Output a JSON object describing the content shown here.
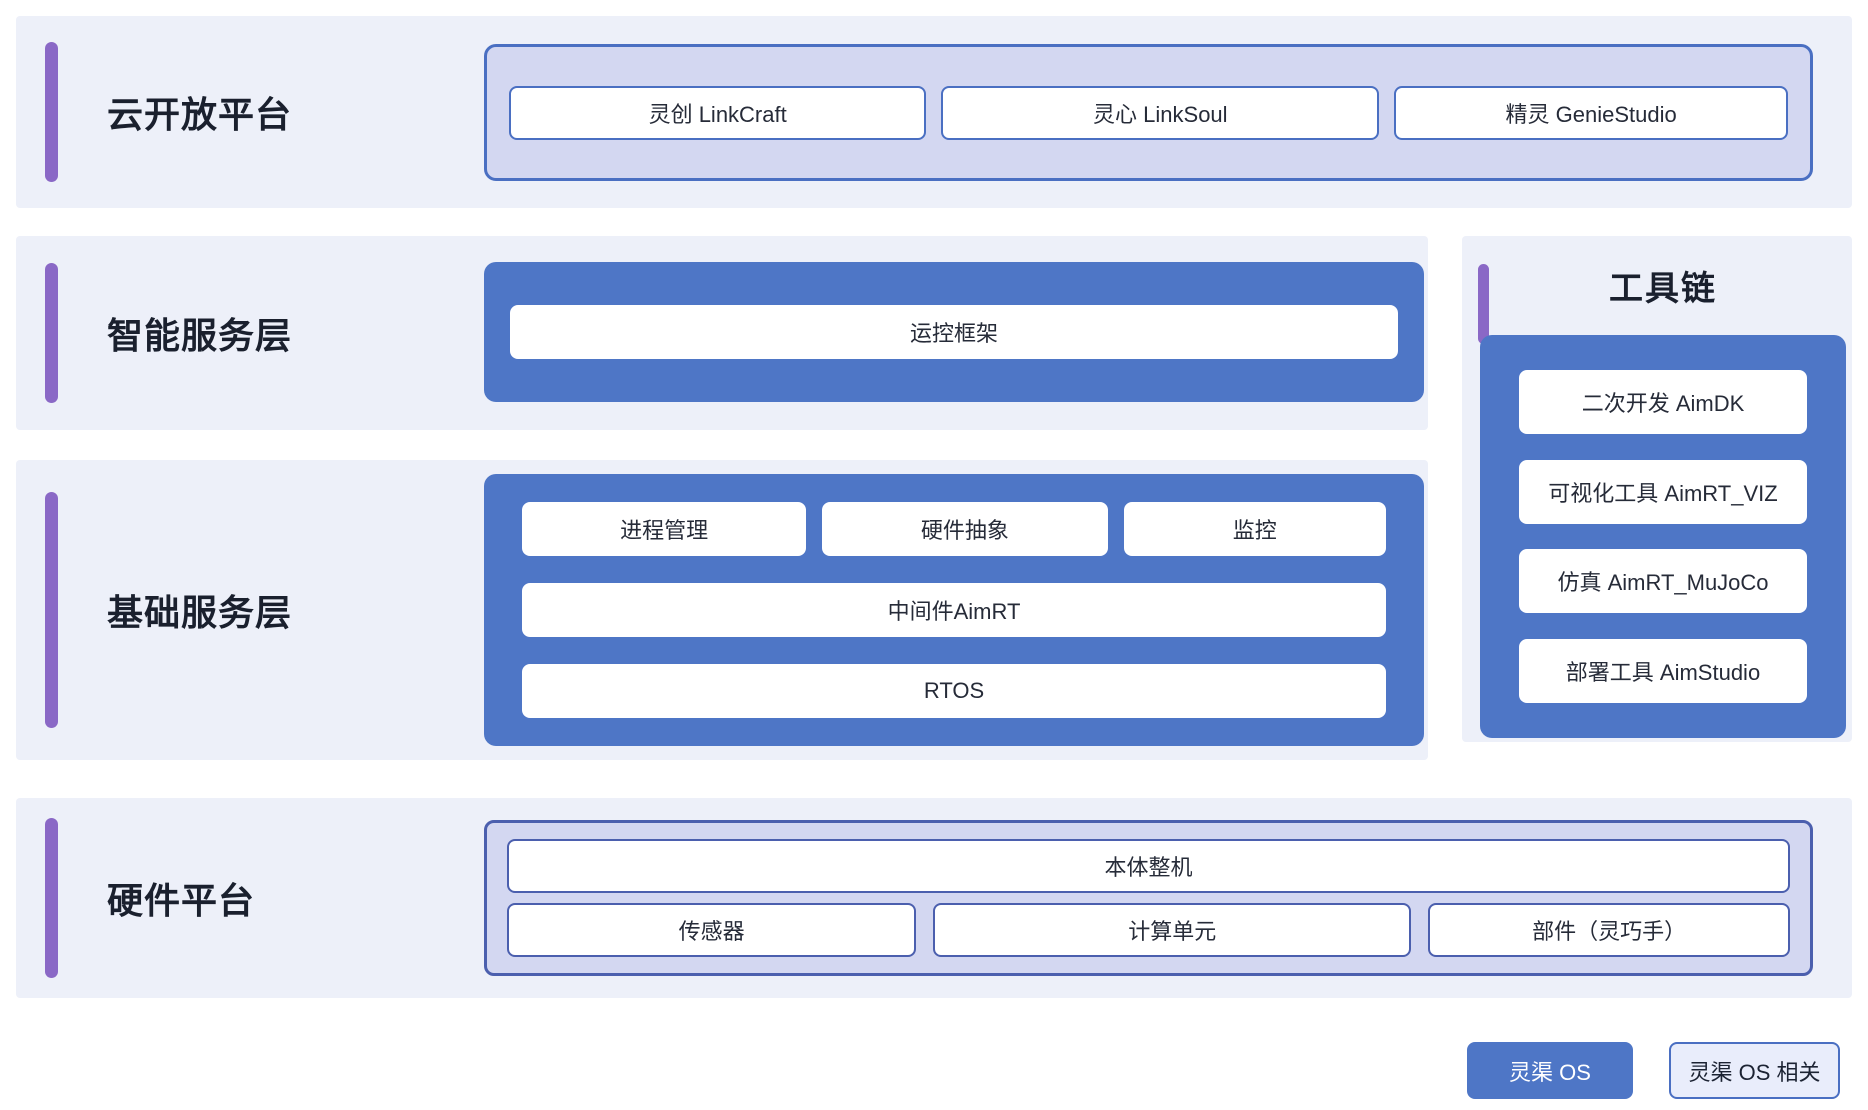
{
  "diagram": {
    "sections": {
      "cloud_platform": {
        "title": "云开放平台",
        "items": [
          "灵创 LinkCraft",
          "灵心 LinkSoul",
          "精灵 GenieStudio"
        ]
      },
      "intelligent_service_layer": {
        "title": "智能服务层",
        "items": [
          "运控框架"
        ]
      },
      "toolchain": {
        "title": "工具链",
        "items": [
          "二次开发 AimDK",
          "可视化工具 AimRT_VIZ",
          "仿真 AimRT_MuJoCo",
          "部署工具 AimStudio"
        ]
      },
      "base_service_layer": {
        "title": "基础服务层",
        "row1": [
          "进程管理",
          "硬件抽象",
          "监控"
        ],
        "row2": "中间件AimRT",
        "row3": "RTOS"
      },
      "hardware_platform": {
        "title": "硬件平台",
        "full_width_item": "本体整机",
        "items": [
          "传感器",
          "计算单元",
          "部件（灵巧手）"
        ]
      }
    },
    "legend": {
      "os_label": "灵渠 OS",
      "os_related_label": "灵渠 OS 相关"
    },
    "colors": {
      "accent_purple": "#8a68c6",
      "primary_blue": "#4e76c6",
      "light_purple_fill": "#d3d7f1",
      "section_background": "#edf0f9",
      "border_blue": "#4a6fc2",
      "border_indigo": "#4b5fae",
      "node_background": "#ffffff"
    }
  }
}
